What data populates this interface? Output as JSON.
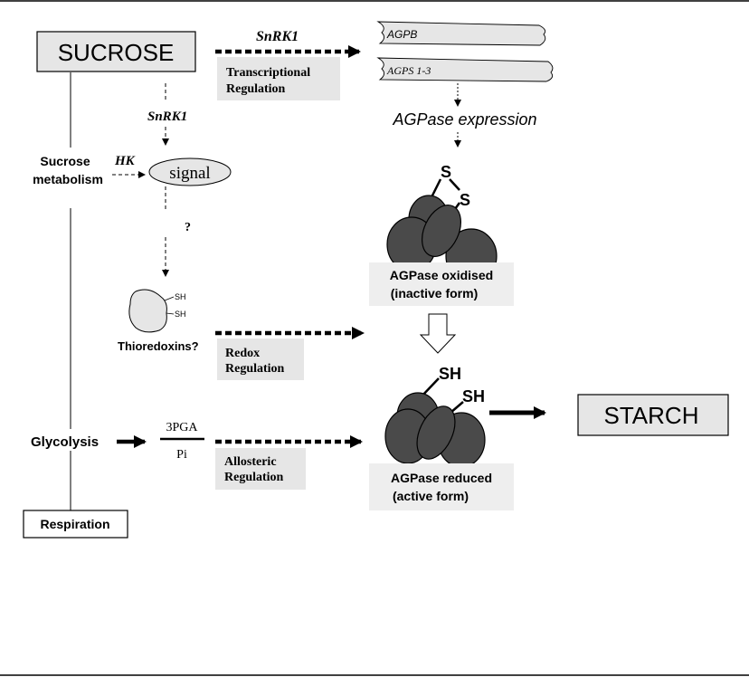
{
  "nodes": {
    "sucrose": "SUCROSE",
    "starch": "STARCH",
    "sucrose_metabolism_line1": "Sucrose",
    "sucrose_metabolism_line2": "metabolism",
    "hk": "HK",
    "signal": "signal",
    "snrk1_top": "SnRK1",
    "snrk1_side": "SnRK1",
    "question": "?",
    "thioredoxins": "Thioredoxins?",
    "trx_sh_1": "SH",
    "trx_sh_2": "SH",
    "glycolysis": "Glycolysis",
    "respiration": "Respiration",
    "pga": "3PGA",
    "pi": "Pi"
  },
  "genes": {
    "agpb": "AGPB",
    "agps": "AGPS 1-3",
    "expression": "AGPase expression"
  },
  "regulation": {
    "transcriptional_1": "Transcriptional",
    "transcriptional_2": "Regulation",
    "redox_1": "Redox",
    "redox_2": "Regulation",
    "allosteric_1": "Allosteric",
    "allosteric_2": "Regulation"
  },
  "enzyme": {
    "s_top": "S",
    "s_bottom": "S",
    "sh_top": "SH",
    "sh_bottom": "SH",
    "oxidised_1": "AGPase oxidised",
    "oxidised_2": "(inactive form)",
    "reduced_1": "AGPase reduced",
    "reduced_2": "(active form)"
  },
  "colors": {
    "label_bg": "#e6e6e6",
    "blob": "#4a4a4a",
    "line": "#000000"
  }
}
